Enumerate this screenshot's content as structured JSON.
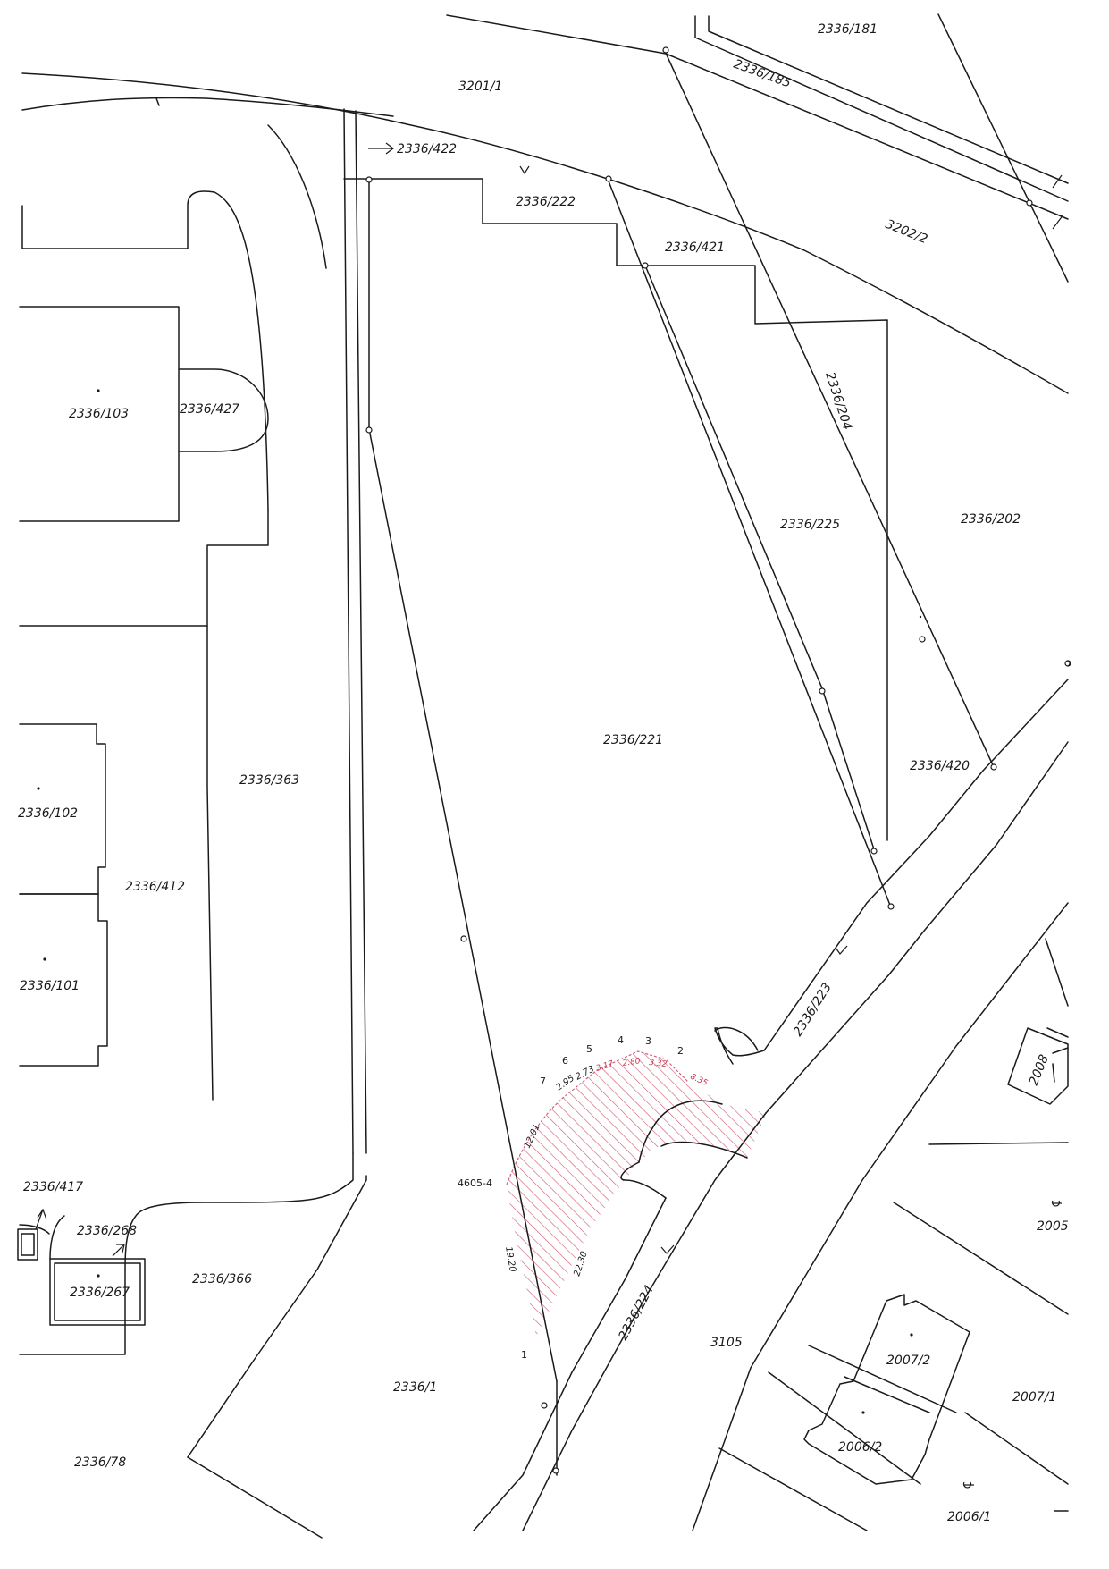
{
  "parcels": {
    "p2336_181": "2336/181",
    "p3201_1": "3201/1",
    "p2336_185": "2336/185",
    "p2336_422": "2336/422",
    "p2336_222": "2336/222",
    "p2336_421": "2336/421",
    "p3202_2": "3202/2",
    "p2336_103": "2336/103",
    "p2336_427": "2336/427",
    "p2336_204": "2336/204",
    "p2336_225": "2336/225",
    "p2336_202": "2336/202",
    "p2336_221": "2336/221",
    "p2336_420": "2336/420",
    "p2336_102": "2336/102",
    "p2336_363": "2336/363",
    "p2336_412": "2336/412",
    "p2336_101": "2336/101",
    "p2336_223": "2336/223",
    "p2008": "2008",
    "p2336_417": "2336/417",
    "p2336_268": "2336/268",
    "p2336_267": "2336/267",
    "p2336_366": "2336/366",
    "p4605_4": "4605-4",
    "p2005": "2005",
    "p2336_224": "2336/224",
    "p3105": "3105",
    "p2007_2": "2007/2",
    "p2336_1": "2336/1",
    "p2007_1": "2007/1",
    "p2006_2": "2006/2",
    "p2336_78": "2336/78",
    "p2006_1": "2006/1"
  },
  "points": {
    "n1": "1",
    "n2": "2",
    "n3": "3",
    "n4": "4",
    "n5": "5",
    "n6": "6",
    "n7": "7"
  },
  "measures": {
    "d1201": "12.01",
    "d295": "2.95",
    "d273": "2.73",
    "d317": "3.17",
    "d280": "2.80",
    "d332": "3.32",
    "d835": "8.35",
    "d1920": "19.20",
    "d2230": "22.30"
  },
  "colors": {
    "lines": "#1a1a1a",
    "hatch": "#d2607a"
  }
}
